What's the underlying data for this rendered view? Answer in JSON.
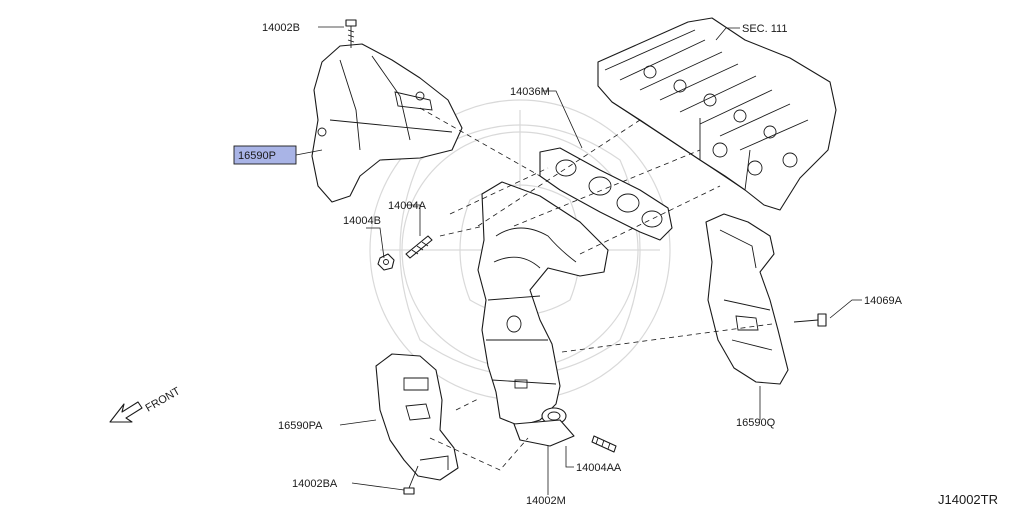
{
  "diagram": {
    "callouts": {
      "p14002B": "14002B",
      "sec111": "SEC. 111",
      "p14036M": "14036M",
      "p16590P": "16590P",
      "p14004A": "14004A",
      "p14004B": "14004B",
      "p14069A": "14069A",
      "p16590PA": "16590PA",
      "p16590Q": "16590Q",
      "p14004AA": "14004AA",
      "p14002BA": "14002BA",
      "p14002M": "14002M"
    },
    "front_label": "FRONT",
    "figure_code": "J14002TR",
    "highlighted_part": "16590P",
    "highlight_color": "#a9b4e6"
  }
}
